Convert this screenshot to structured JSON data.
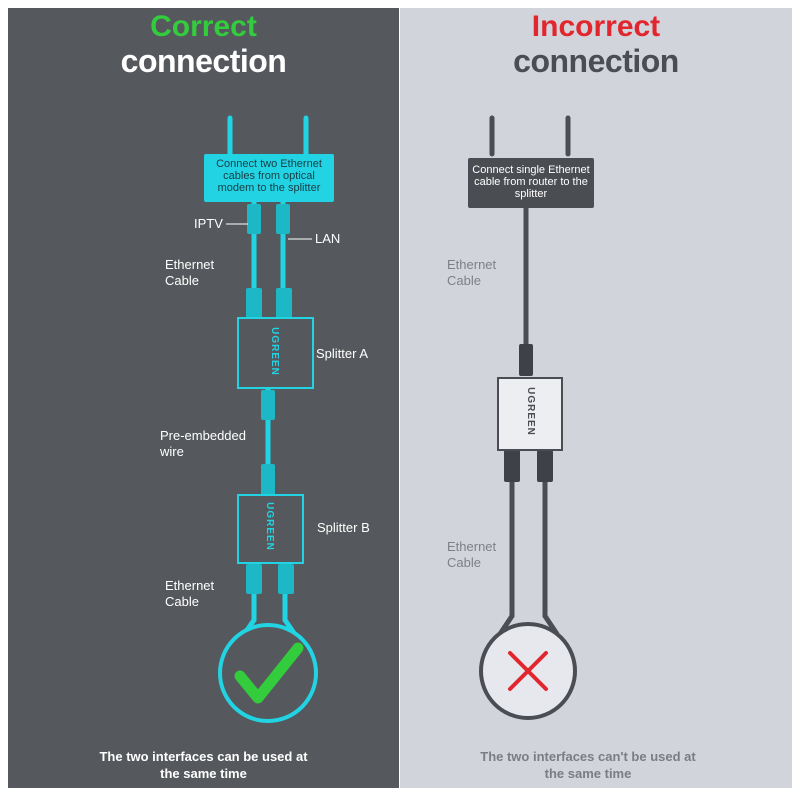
{
  "left": {
    "title_line1": "Correct",
    "title_line2": "connection",
    "box_text": "Connect two Ethernet cables from optical modem to the splitter",
    "label_iptv": "IPTV",
    "label_lan": "LAN",
    "label_ethernet_top": "Ethernet Cable",
    "label_splitter_a": "Splitter A",
    "label_pre_embedded": "Pre-embedded wire",
    "label_splitter_b": "Splitter B",
    "label_ethernet_bottom": "Ethernet Cable",
    "brand": "UGREEN",
    "caption": "The two interfaces can be used at the same time",
    "status_icon": "check-icon"
  },
  "right": {
    "title_line1": "Incorrect",
    "title_line2": "connection",
    "box_text": "Connect single Ethernet cable from router to the splitter",
    "label_ethernet_top": "Ethernet Cable",
    "label_ethernet_bottom": "Ethernet Cable",
    "brand": "UGREEN",
    "caption": "The two interfaces can't be used at the same time",
    "status_icon": "cross-icon"
  },
  "colors": {
    "left_bg": "#55585c",
    "right_bg": "#d2d4dc",
    "cyan": "#22d3e3",
    "green": "#33cc3d",
    "red": "#e2262e",
    "dark_gray": "#4a4d52"
  }
}
